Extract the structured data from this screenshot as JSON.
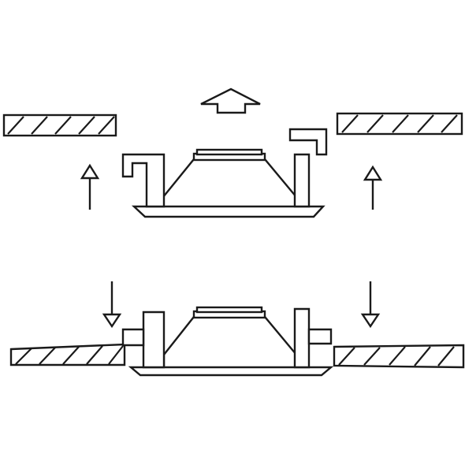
{
  "diagram": {
    "stroke_color": "#1a1a1a",
    "background_color": "#ffffff",
    "panels": [
      {
        "name": "before-installation",
        "parts": [
          "ceiling-panel-left",
          "ceiling-panel-right",
          "downlight-fixture",
          "spring-clip-left",
          "spring-clip-right-raised"
        ],
        "arrows": [
          "arrow-up-center-outline",
          "arrow-up-left",
          "arrow-up-right"
        ]
      },
      {
        "name": "after-installation",
        "parts": [
          "ceiling-board",
          "downlight-fixture",
          "spring-clip-left",
          "spring-clip-right"
        ],
        "arrows": [
          "arrow-down-left",
          "arrow-down-right"
        ]
      }
    ]
  }
}
